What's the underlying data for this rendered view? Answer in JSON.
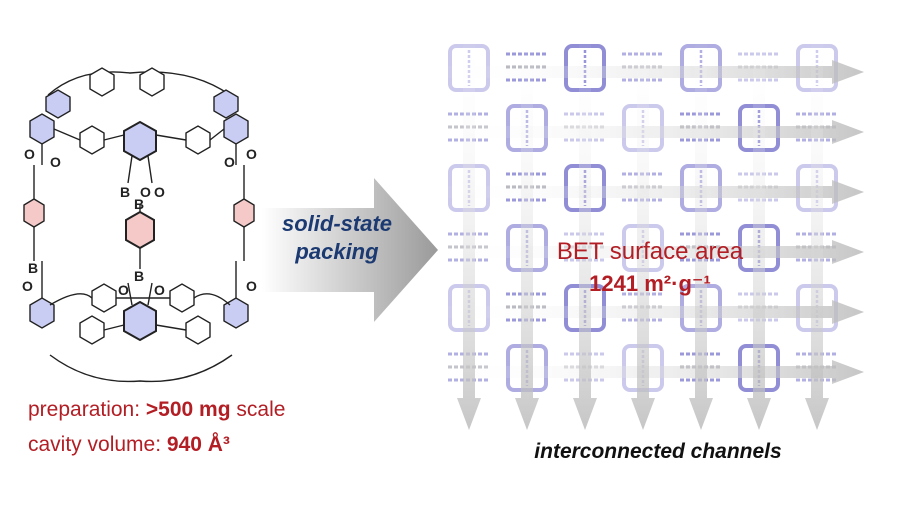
{
  "left_panel": {
    "atom_labels": [
      "O",
      "O",
      "B",
      "O",
      "O",
      "B",
      "O",
      "O",
      "B",
      "B",
      "O",
      "O",
      "O",
      "O"
    ],
    "preparation": {
      "label": "preparation: ",
      "value": ">500 mg",
      "suffix": " scale"
    },
    "cavity": {
      "label": "cavity volume: ",
      "value": "940 Å³"
    }
  },
  "arrow": {
    "line1": "solid-state",
    "line2": "packing"
  },
  "right_panel": {
    "surface_area_label": "BET surface area",
    "surface_area_value": "1241 m²·g⁻¹",
    "caption": "interconnected channels"
  },
  "colors": {
    "highlight_red": "#b21e24",
    "arrow_text_blue": "#1c3a72",
    "ring_blue": "#c9cdf3",
    "ring_pink": "#f6c9c9",
    "lattice_purple": "#6c68c8"
  }
}
